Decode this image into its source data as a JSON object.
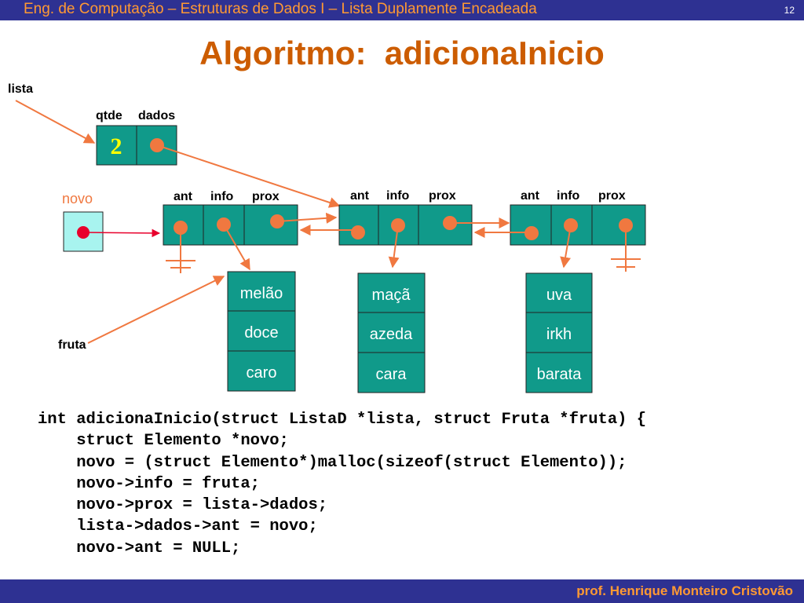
{
  "header": {
    "title": "Eng. de Computação – Estruturas de Dados I – Lista Duplamente Encadeada",
    "page_number": "12"
  },
  "slide": {
    "heading": "Algoritmo:  adicionaInicio"
  },
  "diagram": {
    "lista_label": "lista",
    "header_field_labels": [
      "qtde",
      "dados"
    ],
    "qtde_value": "2",
    "novo_label": "novo",
    "fruta_label": "fruta",
    "node_field_labels": [
      "ant",
      "info",
      "prox"
    ],
    "fruits": [
      [
        "melão",
        "doce",
        "caro"
      ],
      [
        "maçã",
        "azeda",
        "cara"
      ],
      [
        "uva",
        "irkh",
        "barata"
      ]
    ]
  },
  "code_lines": [
    "int adicionaInicio(struct ListaD *lista, struct Fruta *fruta) {",
    "    struct Elemento *novo;",
    "    novo = (struct Elemento*)malloc(sizeof(struct Elemento));",
    "    novo->info = fruta;",
    "    novo->prox = lista->dados;",
    "    lista->dados->ant = novo;",
    "    novo->ant = NULL;"
  ],
  "footer": {
    "author": "prof. Henrique Monteiro Cristovão"
  },
  "colors": {
    "bar": "#2e3192",
    "accent": "#ff9933",
    "heading": "#cc5c00",
    "cell_fill": "#109a8a",
    "pointer": "#f07840",
    "novo_cell": "#a8f4ef",
    "novo_dot": "#e8002c"
  }
}
